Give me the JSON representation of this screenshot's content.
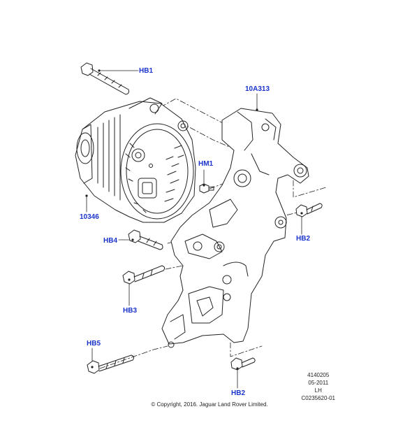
{
  "callouts": {
    "hb1": "HB1",
    "part_10a313": "10A313",
    "hm1": "HM1",
    "part_10346": "10346",
    "hb4": "HB4",
    "hb2_upper": "HB2",
    "hb3": "HB3",
    "hb5": "HB5",
    "hb2_lower": "HB2"
  },
  "meta": {
    "code": "4140205",
    "date": "05-2011",
    "side": "LH",
    "ref": "C0235620-01"
  },
  "copyright": "© Copyright, 2016. Jaguar Land Rover Limited.",
  "colors": {
    "callout": "#1a33cc",
    "line": "#222222"
  }
}
